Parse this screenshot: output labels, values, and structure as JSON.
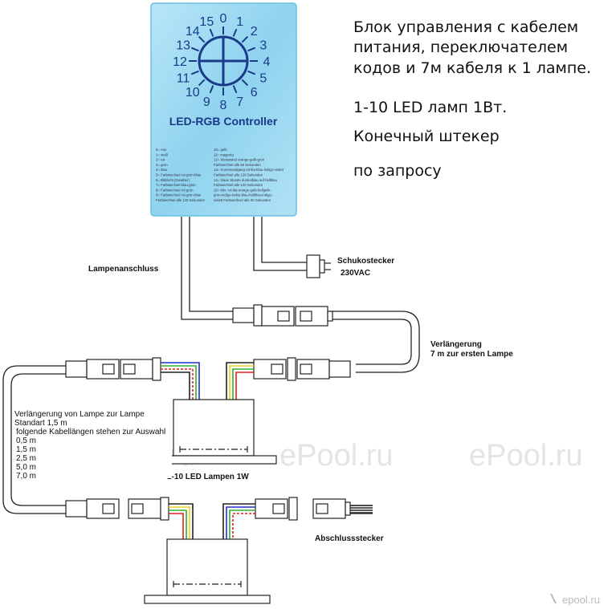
{
  "description_ru": [
    "Блок управления с кабелем",
    "питания, переключателем",
    "кодов и 7м кабеля к 1 лампе."
  ],
  "lamps_note": "1-10 LED ламп 1Вт.",
  "end_plug_note": "Конечный штекер",
  "on_request": "по запросу",
  "controller": {
    "title": "LED-RGB Controller",
    "dial_numbers": [
      "0",
      "1",
      "2",
      "3",
      "4",
      "5",
      "6",
      "7",
      "8",
      "9",
      "10",
      "11",
      "12",
      "13",
      "14",
      "15"
    ],
    "legend_left": [
      "0= Aus",
      "1= weiß",
      "2= rot",
      "3= grün",
      "4= blau",
      "5= Farbwechsel rot-grün-blau",
      "6= Blitzlicht (Gewitter)",
      "7= Farbwechsel blau-grün",
      "8= Farbwechsel rot grün",
      "9= Farbwechsel rot-grün-blau",
      "   Farbwechsel alle 130 Sekunden"
    ],
    "legend_right": [
      "10= gelb",
      "11= magenta",
      "12= Weisswind orange-gelb-grün",
      "   Farbwechsel alle 60 Sekunden",
      "13= Sonnenaufgang rot-lila-blau-indigo-violett",
      "   Farbwechsel alle 120 Sekunden",
      "14= blaue Stunde dunkelblau auf hellblau",
      "   Farbwechsel alle 120 Sekunden",
      "15= Mix: rot-lila-orange-gelb-hellgelb-",
      "   grün-indigo-türkis-blau-hellblau-indigo-",
      "   violett Farbwechsel alle 60 Sekunden"
    ]
  },
  "labels": {
    "lampenanschluss": "Lampenanschluss",
    "schukostecker": "Schukostecker",
    "voltage": "230VAC",
    "verlaengerung": "Verlängerung",
    "verlaengerung_sub": "7 m zur ersten Lampe",
    "lampen": "1-10 LED Lampen 1W",
    "abschluss": "Abschlussstecker"
  },
  "extension_note": {
    "title": "Verlängerung von Lampe zur Lampe",
    "standard": "Standart 1,5 m",
    "others": "folgende Kabellängen stehen zur Auswahl",
    "lengths": [
      "0,5 m",
      "1,5 m",
      "2,5 m",
      "5,0 m",
      "7,0 m"
    ]
  },
  "watermark": "ePool.ru",
  "corner_logo": "epool.ru",
  "colors": {
    "controller_fill": "#9fdaf0",
    "controller_stroke": "#6bbfe2",
    "dial_blue": "#1a3a8a",
    "wire_red": "#e02020",
    "wire_green": "#30b030",
    "wire_blue": "#2030d0",
    "wire_yellow": "#e6d020",
    "watermark": "#e4e4e4"
  }
}
